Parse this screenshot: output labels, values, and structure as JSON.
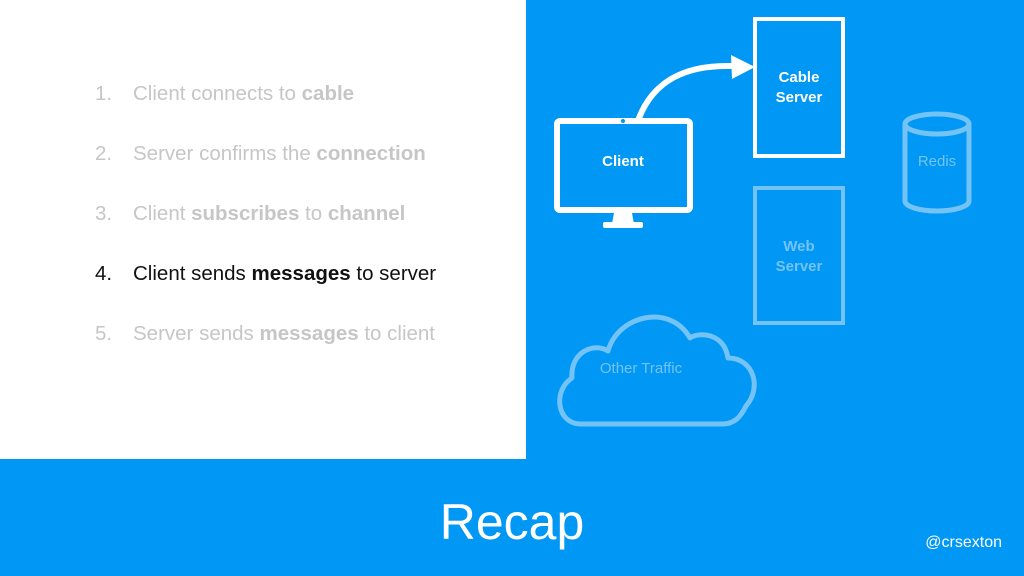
{
  "slide": {
    "title": "Recap",
    "handle": "@crsexton"
  },
  "steps": [
    {
      "num": "1.",
      "parts": [
        {
          "t": "Client connects to ",
          "b": false
        },
        {
          "t": "cable",
          "b": true
        }
      ],
      "active": false
    },
    {
      "num": "2.",
      "parts": [
        {
          "t": "Server confirms the ",
          "b": false
        },
        {
          "t": "connection",
          "b": true
        }
      ],
      "active": false
    },
    {
      "num": "3.",
      "parts": [
        {
          "t": "Client ",
          "b": false
        },
        {
          "t": "subscribes",
          "b": true
        },
        {
          "t": " to ",
          "b": false
        },
        {
          "t": "channel",
          "b": true
        }
      ],
      "active": false
    },
    {
      "num": "4.",
      "parts": [
        {
          "t": "Client sends ",
          "b": false
        },
        {
          "t": "messages",
          "b": true
        },
        {
          "t": " to server",
          "b": false
        }
      ],
      "active": true
    },
    {
      "num": "5.",
      "parts": [
        {
          "t": "Server sends ",
          "b": false
        },
        {
          "t": "messages",
          "b": true
        },
        {
          "t": " to client",
          "b": false
        }
      ],
      "active": false
    }
  ],
  "diagram": {
    "client": "Client",
    "cable_server": [
      "Cable",
      "Server"
    ],
    "web_server": [
      "Web",
      "Server"
    ],
    "redis": "Redis",
    "other_traffic": "Other Traffic"
  },
  "colors": {
    "background": "#0098F4",
    "white": "#FFFFFF",
    "faded": "#73C3F6",
    "step_active": "#111111",
    "step_inactive": "#C6C6C6"
  }
}
